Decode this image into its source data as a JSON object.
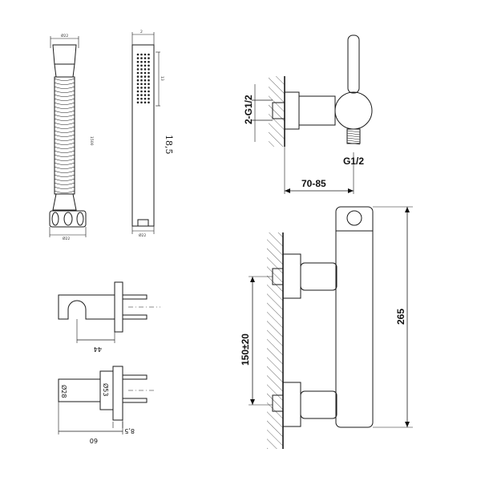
{
  "labels": {
    "inlet_thread": "2-G1/2",
    "outlet_thread": "G1/2",
    "projection": "70-85",
    "height": "265",
    "centers": "150±20",
    "hand_shower_length": "18,5",
    "bracket_depth": "44",
    "rosette_diameter": "Ø28",
    "rosette_inner": "Ø53",
    "bracket_width": "60",
    "bracket_offset": "8,5",
    "hose_top_dia": "Ø22",
    "hose_length": "1500",
    "hose_bottom_dia": "Ø22",
    "shower_top": "2",
    "shower_spray": "13",
    "shower_bottom": "Ø22"
  }
}
